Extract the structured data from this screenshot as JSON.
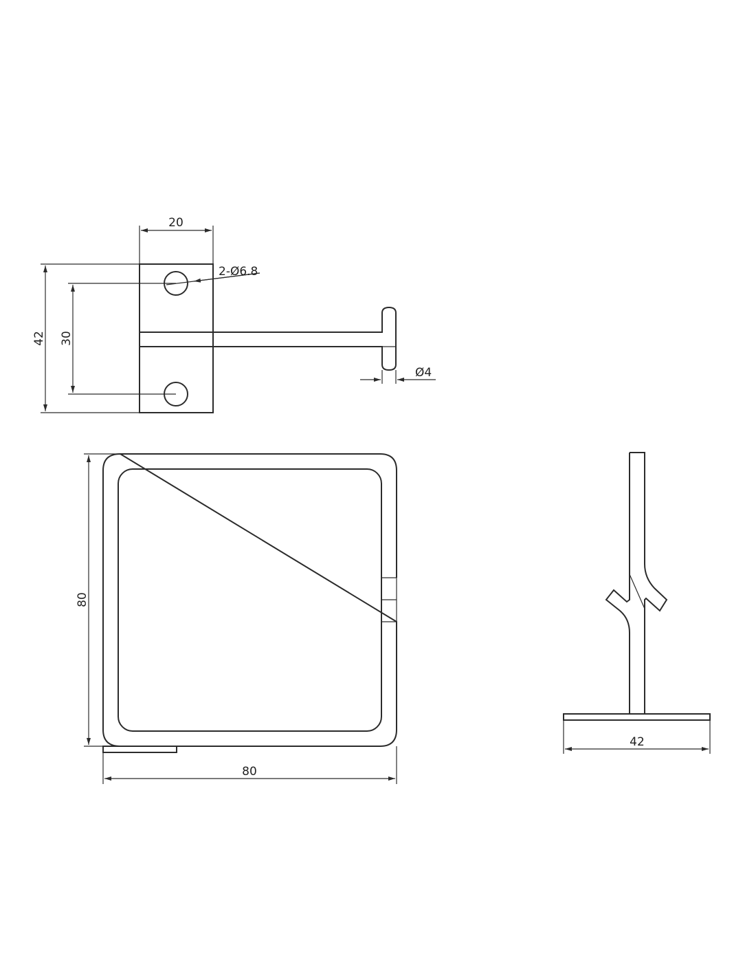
{
  "drawing": {
    "line_color": "#2b2b2b",
    "background": "#ffffff",
    "top_view": {
      "dim_width": "20",
      "dim_holes": "2-Ø6.8",
      "dim_height": "42",
      "dim_hole_spacing": "30",
      "dim_rod": "Ø4"
    },
    "front_view": {
      "dim_height": "80",
      "dim_width": "80"
    },
    "side_view": {
      "dim_base": "42"
    }
  }
}
